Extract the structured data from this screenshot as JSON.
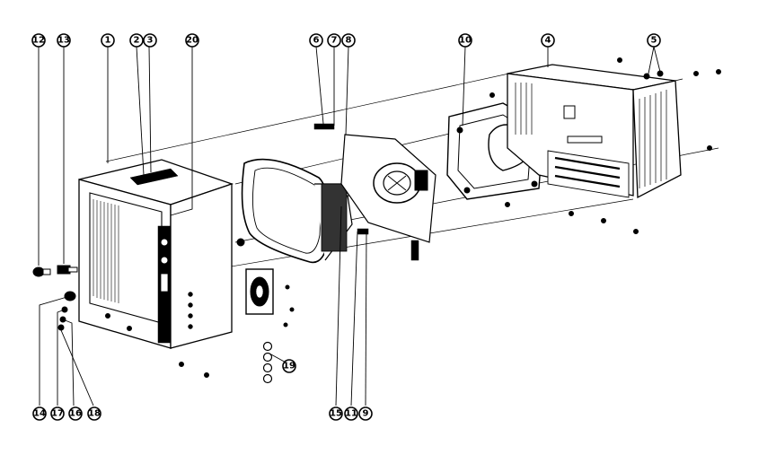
{
  "diagram": {
    "callouts": [
      "12",
      "13",
      "1",
      "2",
      "3",
      "20",
      "6",
      "7",
      "8",
      "10",
      "4",
      "5",
      "14",
      "17",
      "16",
      "18",
      "19",
      "15",
      "11",
      "9"
    ]
  },
  "colors": {
    "ink": "#000000",
    "paper": "#ffffff"
  }
}
